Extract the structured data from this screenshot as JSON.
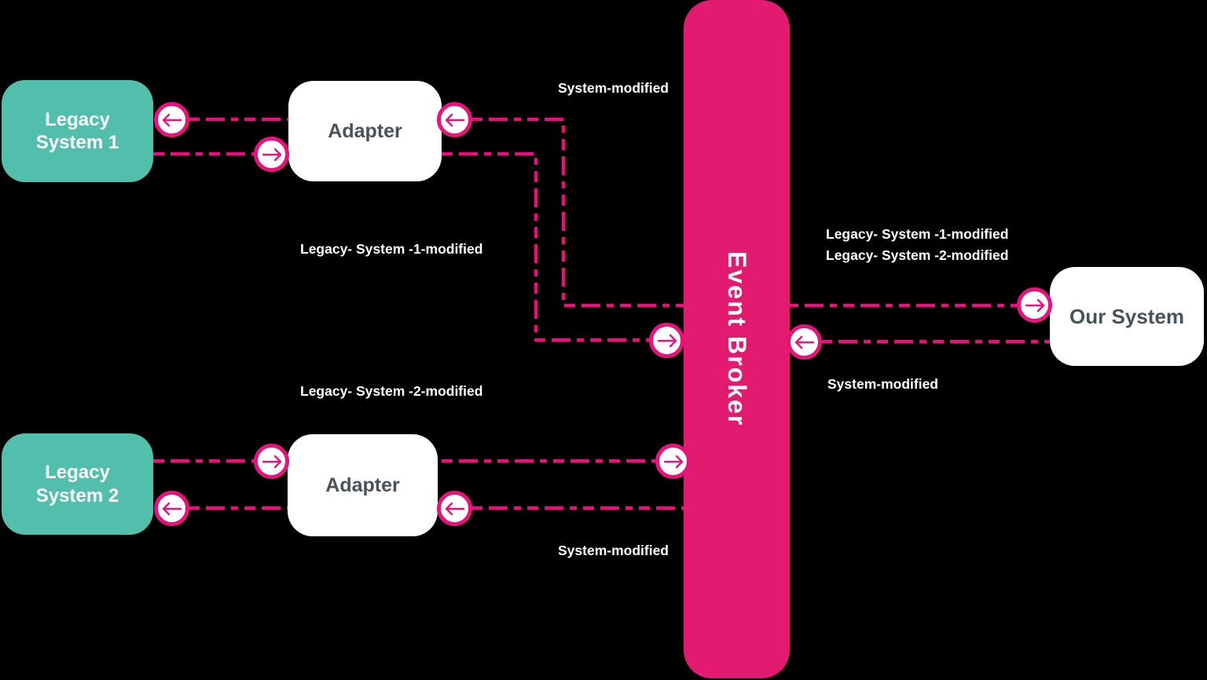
{
  "colors": {
    "background": "#000000",
    "legacy_node_teal": "#52bfac",
    "broker_pink": "#e21a70",
    "edge_line_pink": "#ee0d7d",
    "arrow_circle_pink": "#e8137a",
    "node_text_dark": "#47535b",
    "label_text_white": "#ffffff"
  },
  "nodes": {
    "legacy1": {
      "label": "Legacy\nSystem 1"
    },
    "legacy2": {
      "label": "Legacy\nSystem 2"
    },
    "adapter1": {
      "label": "Adapter"
    },
    "adapter2": {
      "label": "Adapter"
    },
    "broker": {
      "label": "Event Broker"
    },
    "our_system": {
      "label": "Our System"
    }
  },
  "edge_labels": {
    "top_system_modified": "System-modified",
    "left_legacy1_modified": "Legacy- System -1-modified",
    "left_legacy2_modified": "Legacy- System -2-modified",
    "right_legacy1_modified": "Legacy- System -1-modified",
    "right_legacy2_modified": "Legacy- System -2-modified",
    "right_system_modified": "System-modified",
    "bottom_system_modified": "System-modified"
  },
  "icons": {
    "arrow_left": "←",
    "arrow_right": "→"
  }
}
